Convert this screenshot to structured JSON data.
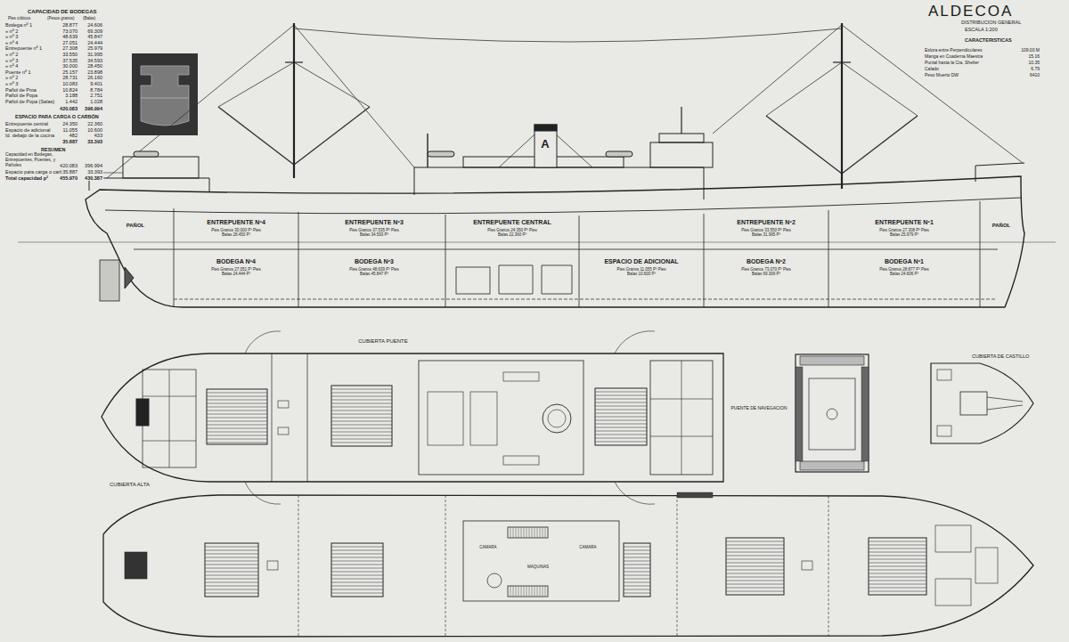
{
  "diagram": {
    "title": "ALDECOA",
    "labels": [
      "CAPACIDAD DE BODEGAS",
      "Pies cúbicos",
      "(Pesos granos)",
      "(Balas)",
      "Bodega nº 1",
      "28.877",
      "24.606",
      "» nº 2",
      "73.070",
      "69.309",
      "» nº 3",
      "48.639",
      "45.847",
      "» nº 4",
      "27.051",
      "24.444",
      "Entrepuente nº 1",
      "27.308",
      "25.979",
      "» nº 2",
      "33.550",
      "31.995",
      "» nº 3",
      "37.535",
      "34.593",
      "» nº 4",
      "30.000",
      "28.450",
      "Puente nº 1",
      "25.157",
      "23.898",
      "» nº 2",
      "28.731",
      "26.160",
      "» nº 3",
      "10.083",
      "9.401",
      "Pañol de Proa",
      "10.824",
      "8.784",
      "Pañol de Popa",
      "3.188",
      "2.751",
      "Pañol de Popa (Salas)",
      "1.442",
      "1.028",
      "420.083",
      "396.994",
      "ESPACIO PARA CARGA O CARBÓN",
      "Entrepuente central",
      "24.350",
      "22.360",
      "Espacio de adicional",
      "11.055",
      "10.600",
      "Id. debajo de la cocina",
      "482",
      "433",
      "35.887",
      "33.393",
      "RESUMEN",
      "Capacidad en Bodegas, Entrepuentes, Puentes, y Pañoles",
      "420.083",
      "396.994",
      "Espacio para carga o carbón",
      "35.887",
      "33.393",
      "Total capacidad p³",
      "455.970",
      "430.387",
      "DISTRIBUCION GENERAL",
      "ESCALA 1:200",
      "CARACTERISTICAS",
      "Eslora entre Perpendiculares",
      "109.00 M",
      "Manga en Cuaderna Maestra",
      "15.16",
      "Puntal hasta la Cta. Shelter",
      "10.35",
      "Calado",
      "6.79",
      "Peso Muerto DW",
      "6410",
      "ENTREPUENTE Nº4",
      "Pies Granos 30.000 P³ Pies Balas 28.450 P³",
      "ENTREPUENTE Nº3",
      "Pies Granos 37.535 P³ Pies Balas 34.593 P³",
      "ENTREPUENTE CENTRAL",
      "Pies Granos 24.350 P³ Pies Balas 22.360 P³",
      "ENTREPUENTE Nº2",
      "Pies Granos 33.550 P³ Pies Balas 31.995 P³",
      "ENTREPUENTE Nº1",
      "Pies Granos 27.308 P³ Pies Balas 25.979 P³",
      "BODEGA Nº4",
      "Pies Granos 27.051 P³ Pies Balas 24.444 P³",
      "BODEGA Nº3",
      "Pies Granos 48.639 P³ Pies Balas 45.847 P³",
      "ESPACIO DE ADICIONAL",
      "Pies Granos 11.055 P³ Pies Balas 10.600 P³",
      "BODEGA Nº2",
      "Pies Granos 73.070 P³ Pies Balas 69.309 P³",
      "BODEGA Nº1",
      "Pies Granos 28.877 P³ Pies Balas 24.606 P³",
      "PAÑOL",
      "PAÑOL",
      "A",
      "CUBIERTA PUENTE",
      "PUENTE DE NAVEGACION",
      "CUBIERTA DE CASTILLO",
      "CUBIERTA ALTA",
      "CAMARA",
      "CAMARA",
      "MAQUINAS"
    ]
  }
}
